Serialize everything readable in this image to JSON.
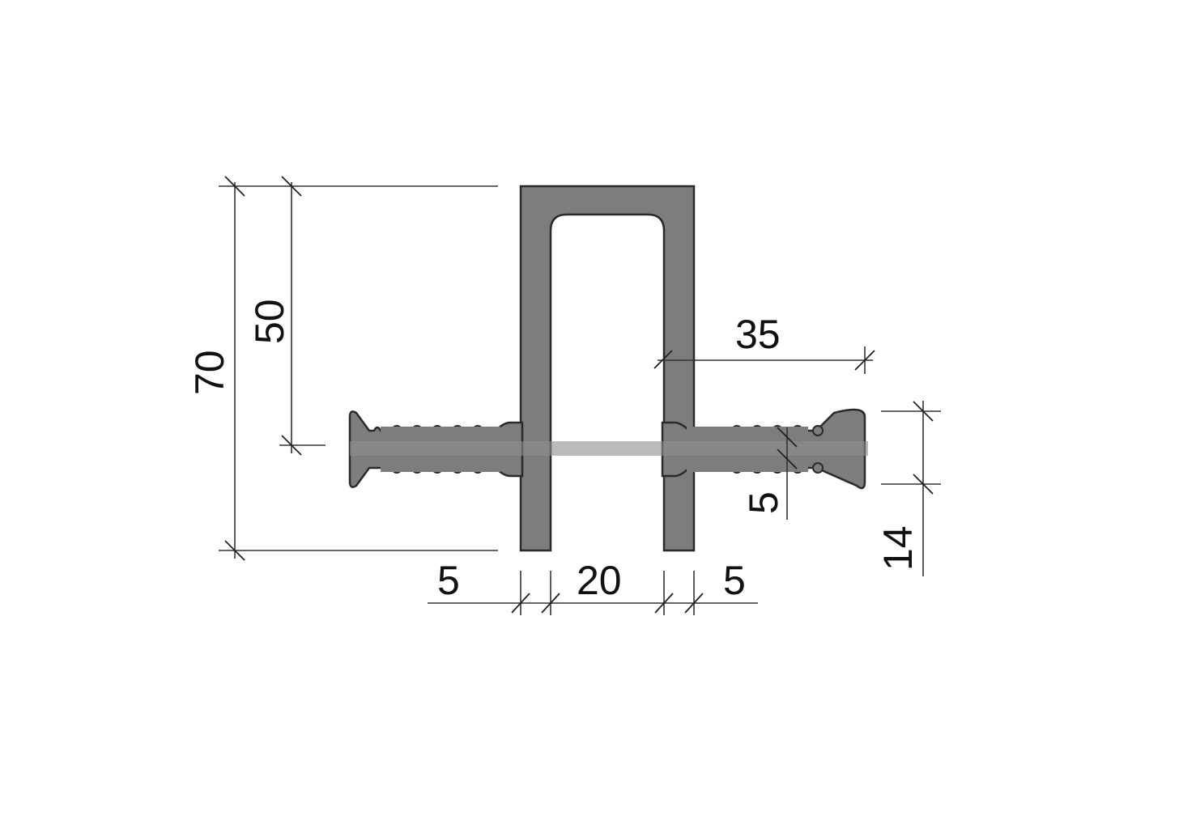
{
  "drawing": {
    "dimensions": {
      "total_height": "70",
      "upper_height": "50",
      "flange_length": "35",
      "flange_thickness": "5",
      "lower_offset": "14",
      "left_wall": "5",
      "inner_gap": "20",
      "right_wall": "5"
    },
    "colors": {
      "profile_fill": "#7d7d7d",
      "outline": "#2a2a2a",
      "dimension_lines": "#333333"
    }
  }
}
